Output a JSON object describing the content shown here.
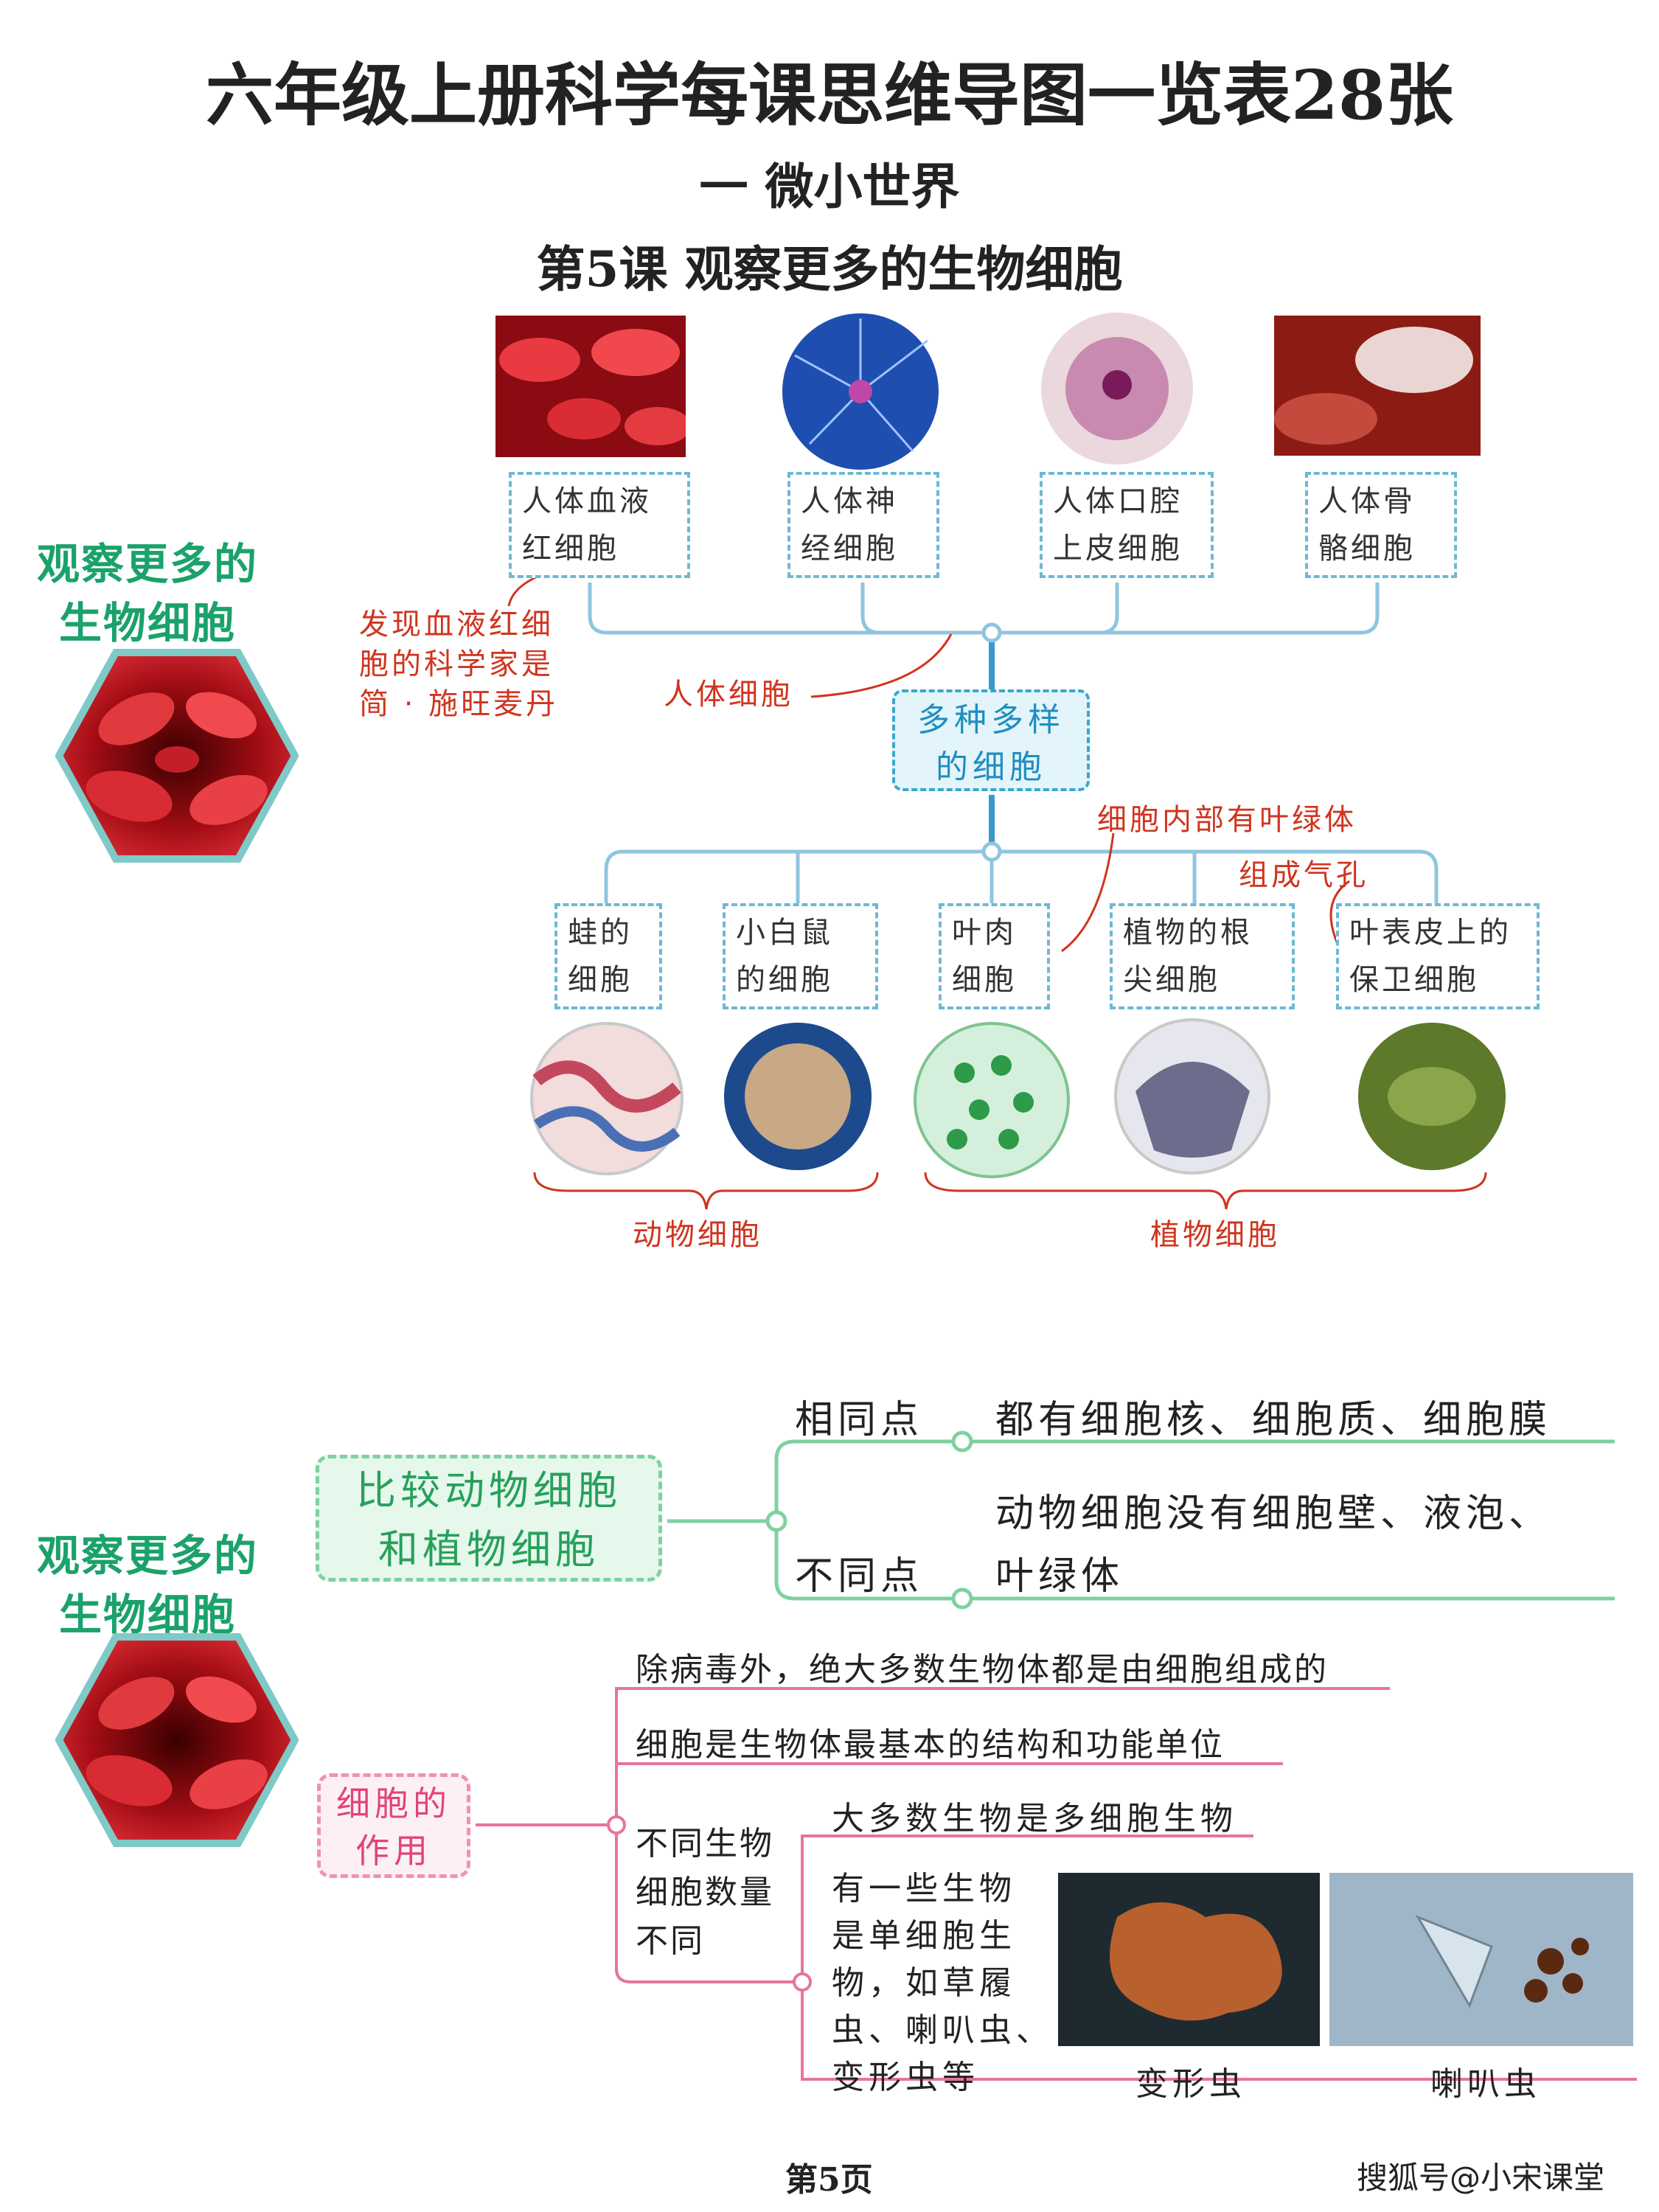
{
  "header": {
    "main_title": "六年级上册科学每课思维导图一览表28张",
    "unit_title": "一  微小世界",
    "lesson_title": "第5课  观察更多的生物细胞"
  },
  "side_title": {
    "line1": "观察更多的",
    "line2": "生物细胞"
  },
  "top_cells": [
    {
      "line1": "人体血液",
      "line2": "红细胞"
    },
    {
      "line1": "人体神",
      "line2": "经细胞"
    },
    {
      "line1": "人体口腔",
      "line2": "上皮细胞"
    },
    {
      "line1": "人体骨",
      "line2": "骼细胞"
    }
  ],
  "notes": {
    "scientist": [
      "发现血液红细",
      "胞的科学家是",
      "简 · 施旺麦丹"
    ],
    "human_cells": "人体细胞",
    "chloroplast": "细胞内部有叶绿体",
    "stomata": "组成气孔"
  },
  "center_box": {
    "line1": "多种多样",
    "line2": "的细胞"
  },
  "bottom_cells": [
    {
      "line1": "蛙的",
      "line2": "细胞"
    },
    {
      "line1": "小白鼠",
      "line2": "的细胞"
    },
    {
      "line1": "叶肉",
      "line2": "细胞"
    },
    {
      "line1": "植物的根",
      "line2": "尖细胞"
    },
    {
      "line1": "叶表皮上的",
      "line2": "保卫细胞"
    }
  ],
  "group_labels": {
    "animal": "动物细胞",
    "plant": "植物细胞"
  },
  "compare": {
    "box_line1": "比较动物细胞",
    "box_line2": "和植物细胞",
    "same_label": "相同点",
    "same_text": "都有细胞核、细胞质、细胞膜",
    "diff_label": "不同点",
    "diff_text1": "动物细胞没有细胞壁、液泡、",
    "diff_text2": "叶绿体"
  },
  "function": {
    "box_line1": "细胞的",
    "box_line2": "作用",
    "item1": "除病毒外，绝大多数生物体都是由细胞组成的",
    "item2": "细胞是生物体最基本的结构和功能单位",
    "count_line1": "不同生物",
    "count_line2": "细胞数量",
    "count_line3": "不同",
    "multi": "大多数生物是多细胞生物",
    "single": [
      "有一些生物",
      "是单细胞生",
      "物，如草履",
      "虫、喇叭虫、",
      "变形虫等"
    ],
    "amoeba": "变形虫",
    "stentor": "喇叭虫"
  },
  "footer": {
    "page": "第5页",
    "watermark": "搜狐号@小宋课堂"
  },
  "colors": {
    "blue_line": "#8fc5df",
    "red": "#d0341f",
    "green": "#27a05a",
    "pink": "#e0457a"
  }
}
